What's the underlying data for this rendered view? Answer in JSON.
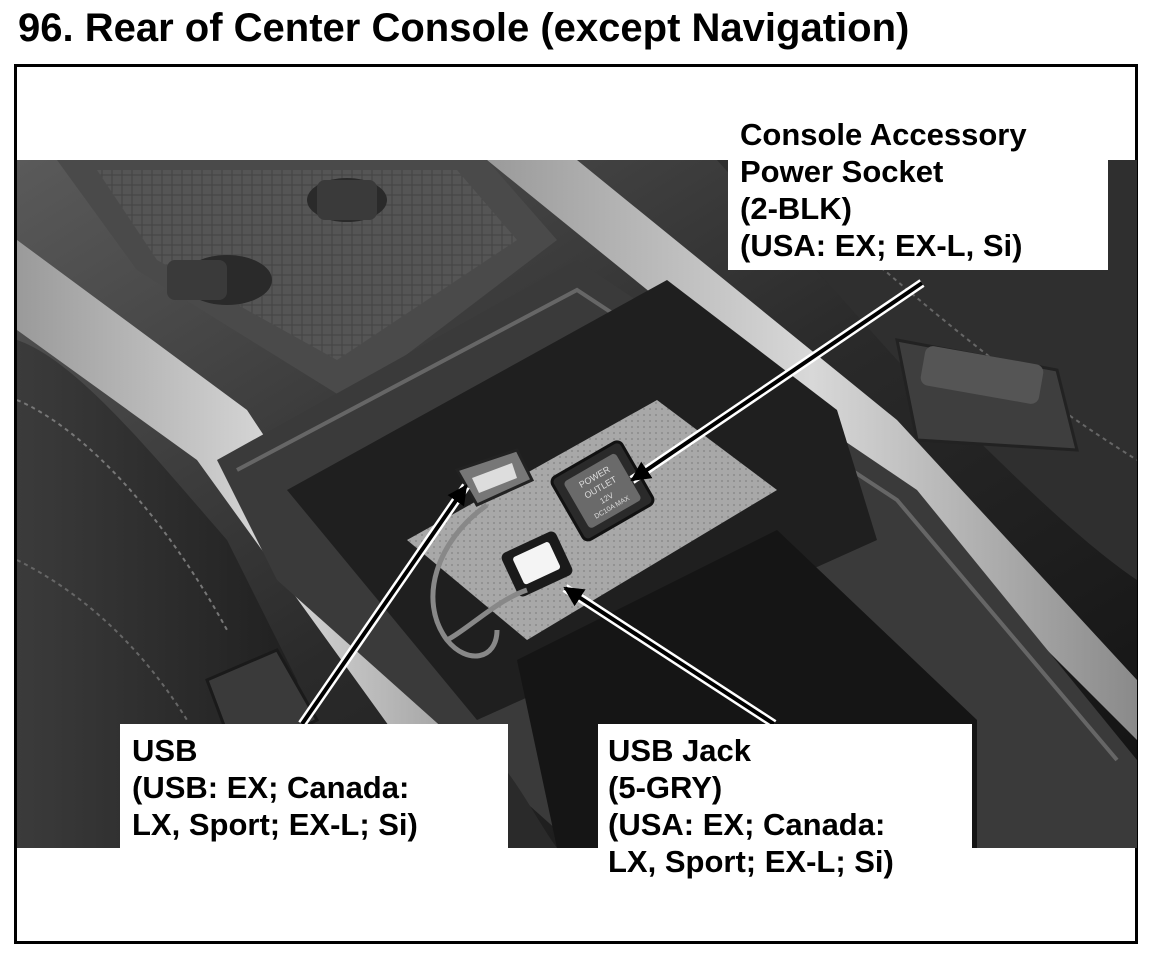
{
  "title": "96. Rear of Center Console (except Navigation)",
  "callouts": {
    "power_socket": {
      "lines": [
        "Console Accessory",
        "Power Socket",
        "(2-BLK)",
        "(USA: EX; EX-L, Si)"
      ]
    },
    "usb": {
      "lines": [
        "USB",
        "(USB: EX; Canada:",
        "LX, Sport; EX-L; Si)"
      ]
    },
    "usb_jack": {
      "lines": [
        "USB Jack",
        "(5-GRY)",
        "(USA: EX; Canada:",
        "LX, Sport; EX-L; Si)"
      ]
    }
  },
  "photo_labels": {
    "socket_text": [
      "POWER",
      "OUTLET",
      "12V",
      "DC10A MAX"
    ]
  }
}
